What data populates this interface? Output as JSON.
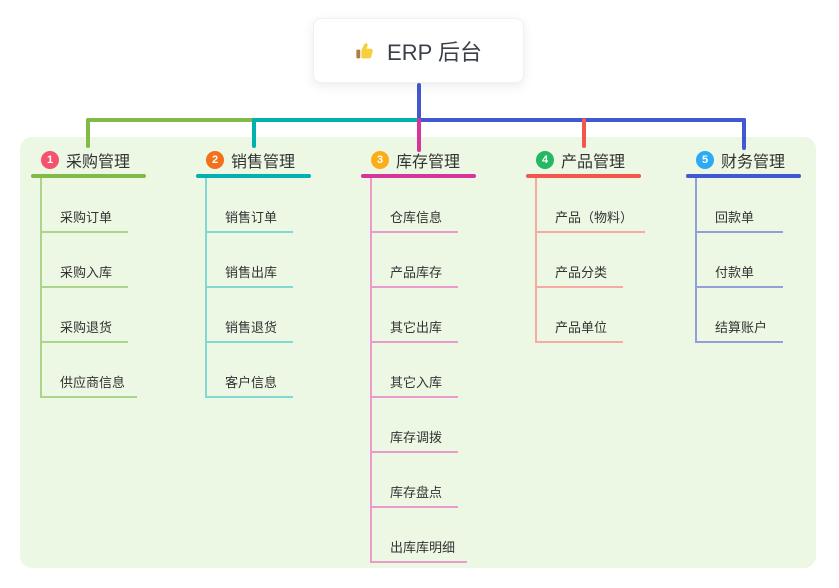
{
  "root": {
    "label": "ERP 后台",
    "icon": "thumbs-up-icon"
  },
  "colors": {
    "panel": "#ecf7e4",
    "trunk_blue": "#4257d2",
    "root_text": "#3b4048",
    "node_text": "#333333"
  },
  "branches": [
    {
      "index": "1",
      "label": "采购管理",
      "badge_color": "#f4526d",
      "line_color": "#82ba48",
      "light_color": "#abd58a",
      "children": [
        "采购订单",
        "采购入库",
        "采购退货",
        "供应商信息"
      ]
    },
    {
      "index": "2",
      "label": "销售管理",
      "badge_color": "#f2711c",
      "line_color": "#00b1ad",
      "light_color": "#83d8d2",
      "children": [
        "销售订单",
        "销售出库",
        "销售退货",
        "客户信息"
      ]
    },
    {
      "index": "3",
      "label": "库存管理",
      "badge_color": "#fbae17",
      "line_color": "#d6359c",
      "light_color": "#eb9bcb",
      "children": [
        "仓库信息",
        "产品库存",
        "其它出库",
        "其它入库",
        "库存调拨",
        "库存盘点",
        "出库库明细"
      ]
    },
    {
      "index": "4",
      "label": "产品管理",
      "badge_color": "#25b864",
      "line_color": "#f2564d",
      "light_color": "#f7a9a2",
      "children": [
        "产品（物料）",
        "产品分类",
        "产品单位"
      ]
    },
    {
      "index": "5",
      "label": "财务管理",
      "badge_color": "#2caaf6",
      "line_color": "#4257d2",
      "light_color": "#91a0d6",
      "children": [
        "回款单",
        "付款单",
        "结算账户"
      ]
    }
  ]
}
